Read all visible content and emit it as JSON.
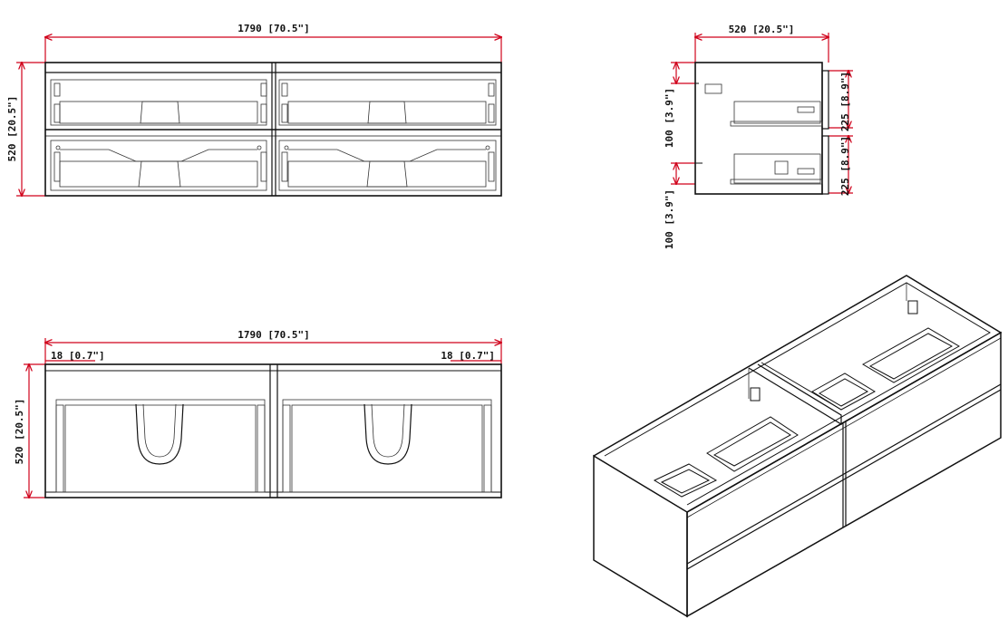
{
  "colors": {
    "dimension_line": "#d0021b",
    "outline": "#111111",
    "background": "#ffffff"
  },
  "front_view": {
    "width_label": "1790 [70.5\"]",
    "height_label": "520 [20.5\"]"
  },
  "side_view": {
    "depth_label": "520 [20.5\"]",
    "upper_left_label": "100 [3.9\"]",
    "lower_left_label": "100 [3.9\"]",
    "upper_right_label": "225 [8.9\"]",
    "lower_right_label": "225 [8.9\"]"
  },
  "top_view": {
    "width_label": "1790 [70.5\"]",
    "height_label": "520 [20.5\"]",
    "left_panel_label": "18 [0.7\"]",
    "right_panel_label": "18 [0.7\"]"
  }
}
